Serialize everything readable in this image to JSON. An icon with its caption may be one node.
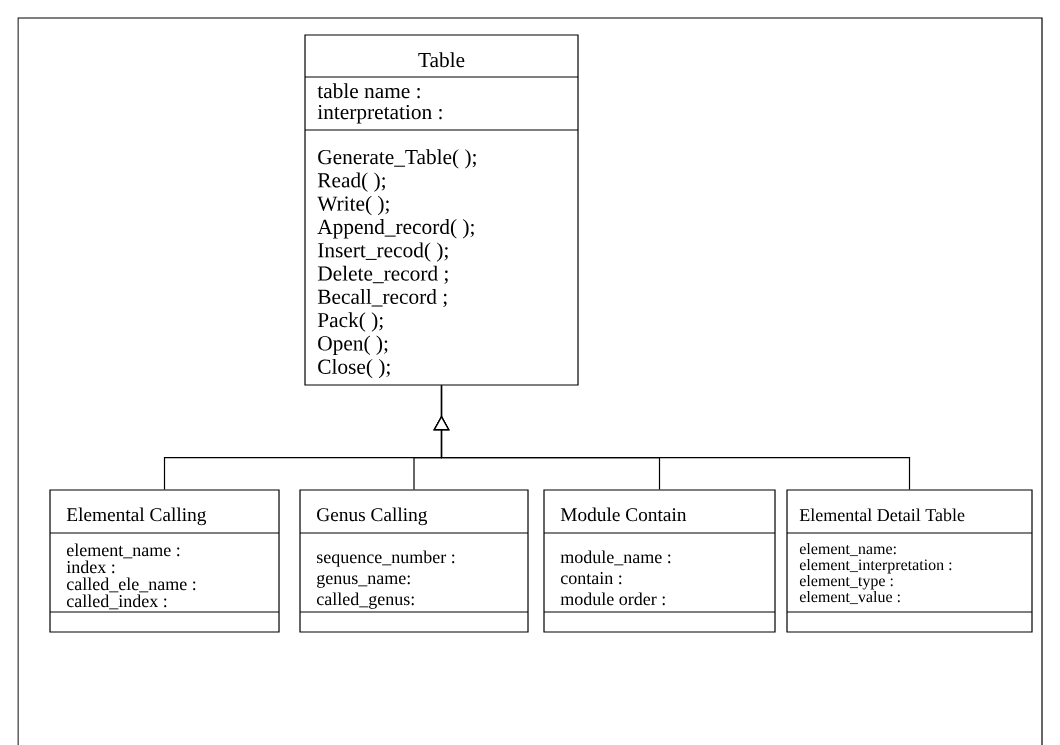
{
  "diagram": {
    "nodes": [
      {
        "text": [
          "Table",
          "table name :",
          "interpretation :",
          "Generate_Table( );",
          "Read( );",
          "Write( );",
          "Append_record( );",
          "Insert_recod( );",
          "Delete_record ;",
          "Becall_record ;",
          "Pack( );",
          "Open( );",
          "Close( );"
        ]
      },
      {
        "text": [
          "Elemental Calling",
          "element_name :",
          "index :",
          "called_ele_name :",
          "called_index :"
        ]
      },
      {
        "text": [
          "Genus Calling",
          "sequence_number :",
          "genus_name:",
          "called_genus:"
        ]
      },
      {
        "text": [
          "Module Contain",
          "module_name :",
          "contain :",
          "module order :"
        ]
      },
      {
        "text": [
          "Elemental Detail Table",
          "element_name:",
          "element_interpretation :",
          "element_type :",
          "element_value :"
        ]
      }
    ],
    "edges": [
      {
        "from": 1,
        "to": 0,
        "arrow": "to"
      },
      {
        "from": 2,
        "to": 0,
        "arrow": "to"
      },
      {
        "from": 3,
        "to": 0,
        "arrow": "to"
      },
      {
        "from": 4,
        "to": 0,
        "arrow": "to"
      }
    ]
  }
}
